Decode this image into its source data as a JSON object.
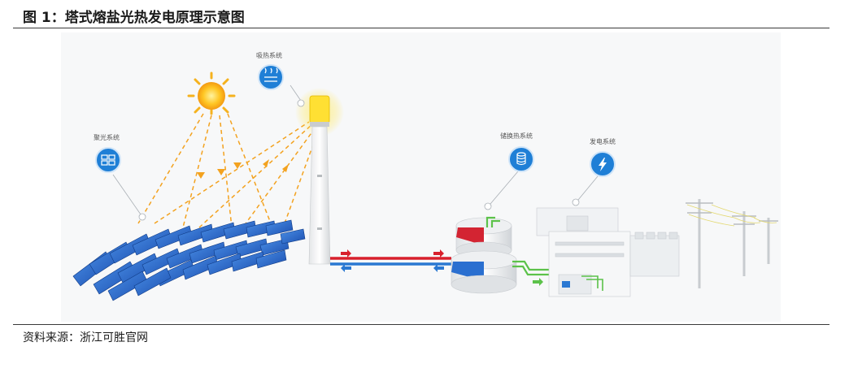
{
  "figure": {
    "title": "图 1：塔式熔盐光热发电原理示意图",
    "source": "资料来源：浙江可胜官网"
  },
  "labels": {
    "heat_absorption": "吸热系统",
    "light_concentration": "聚光系统",
    "storage_exchange": "储换热系统",
    "power_generation": "发电系统"
  },
  "icons": {
    "heat_absorption": "heat-waves-icon",
    "light_concentration": "solar-panel-grid-icon",
    "storage_exchange": "database-cylinder-icon",
    "power_generation": "lightning-bolt-icon"
  },
  "colors": {
    "accent_blue": "#1f7fd6",
    "hot_salt": "#d8202c",
    "cold_salt": "#2a78d2",
    "sunlight": "#f3a21f",
    "tower_light": "#ffe033",
    "steam_green": "#5cc24a"
  }
}
